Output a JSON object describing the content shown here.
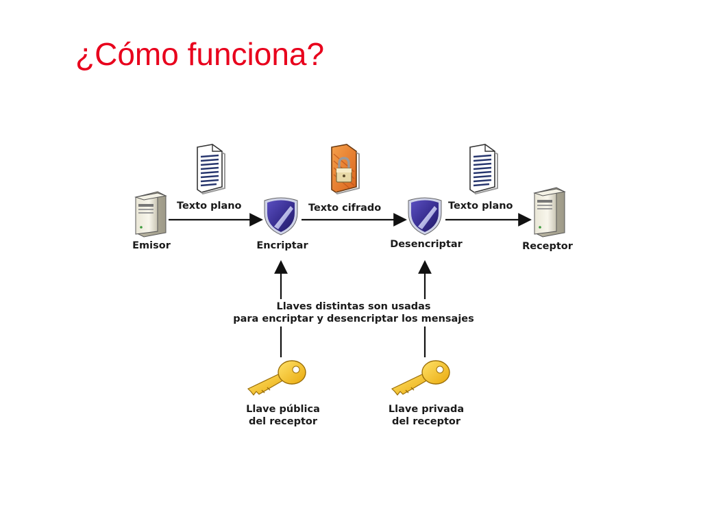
{
  "slide": {
    "title": "¿Cómo funciona?",
    "title_color": "#e8001c"
  },
  "diagram": {
    "nodes": {
      "sender": {
        "label": "Emisor",
        "icon": "server-icon"
      },
      "encrypt": {
        "label": "Encriptar",
        "icon": "shield-icon"
      },
      "decrypt": {
        "label": "Desencriptar",
        "icon": "shield-icon"
      },
      "receiver": {
        "label": "Receptor",
        "icon": "server-icon"
      }
    },
    "edges": {
      "plaintext_in": {
        "label": "Texto plano",
        "icon": "document-icon"
      },
      "ciphertext": {
        "label": "Texto cifrado",
        "icon": "locked-document-icon"
      },
      "plaintext_out": {
        "label": "Texto plano",
        "icon": "document-icon"
      }
    },
    "note": {
      "line1": "Llaves distintas son usadas",
      "line2": "para encriptar y desencriptar los mensajes"
    },
    "keys": {
      "public": {
        "line1": "Llave pública",
        "line2": "del receptor",
        "icon": "key-icon"
      },
      "private": {
        "line1": "Llave privada",
        "line2": "del receptor",
        "icon": "key-icon"
      }
    }
  }
}
